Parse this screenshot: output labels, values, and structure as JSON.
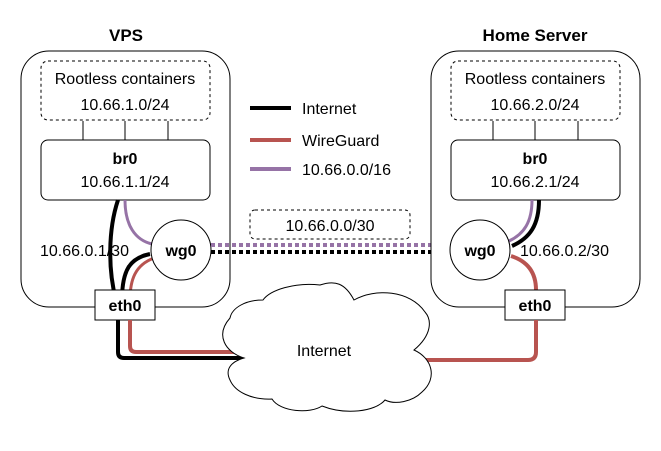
{
  "colors": {
    "internet": "#000000",
    "wireguard": "#b85450",
    "subnet": "#9673a6",
    "container_link": "#808080"
  },
  "legend": [
    {
      "label": "Internet",
      "color_key": "internet"
    },
    {
      "label": "WireGuard",
      "color_key": "wireguard"
    },
    {
      "label": "10.66.0.0/16",
      "color_key": "subnet"
    }
  ],
  "hosts": {
    "vps": {
      "title": "VPS",
      "containers_label": "Rootless containers",
      "containers_subnet": "10.66.1.0/24",
      "bridge_name": "br0",
      "bridge_ip": "10.66.1.1/24",
      "wg_name": "wg0",
      "wg_ip": "10.66.0.1/30",
      "eth_name": "eth0"
    },
    "home": {
      "title": "Home Server",
      "containers_label": "Rootless containers",
      "containers_subnet": "10.66.2.0/24",
      "bridge_name": "br0",
      "bridge_ip": "10.66.2.1/24",
      "wg_name": "wg0",
      "wg_ip": "10.66.0.2/30",
      "eth_name": "eth0"
    }
  },
  "tunnel": {
    "subnet": "10.66.0.0/30"
  },
  "cloud": {
    "label": "Internet"
  }
}
